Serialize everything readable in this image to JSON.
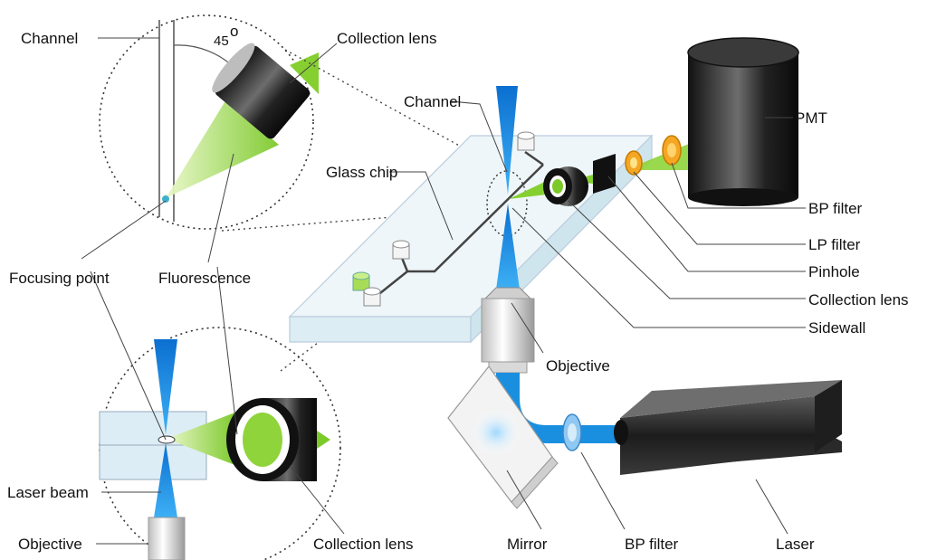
{
  "labels": {
    "channel_top": "Channel",
    "angle": "45",
    "degree": "o",
    "collection_lens_top": "Collection lens",
    "channel_mid": "Channel",
    "pmt": "PMT",
    "glass_chip": "Glass chip",
    "bp_filter_right": "BP filter",
    "lp_filter": "LP filter",
    "pinhole": "Pinhole",
    "collection_lens_right": "Collection lens",
    "sidewall": "Sidewall",
    "focusing_point": "Focusing point",
    "fluorescence": "Fluorescence",
    "objective_mid": "Objective",
    "laser_beam": "Laser beam",
    "objective_bottom": "Objective",
    "collection_lens_bottom": "Collection lens",
    "mirror": "Mirror",
    "bp_filter_bottom": "BP filter",
    "laser": "Laser"
  },
  "colors": {
    "laser_blue": "#1a8fe0",
    "fluorescence_green": "#8fd43a",
    "filter_orange": "#f5a623",
    "dark": "#1a1a1a",
    "chip_glass": "#d8ecf2"
  }
}
